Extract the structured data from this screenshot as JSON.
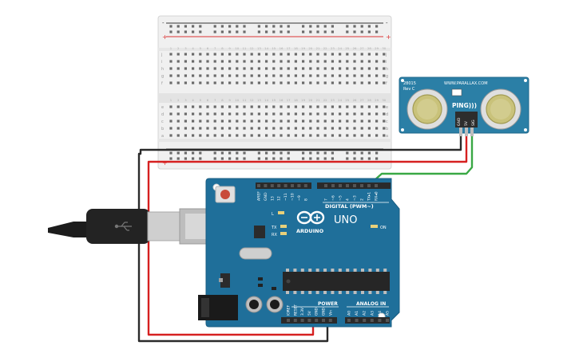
{
  "breadboard": {
    "plus": "+",
    "minus": "-",
    "row_letters_top": [
      "j",
      "i",
      "h",
      "g",
      "f"
    ],
    "row_letters_bottom": [
      "e",
      "d",
      "c",
      "b",
      "a"
    ],
    "col_numbers": [
      "1",
      "2",
      "3",
      "4",
      "5",
      "6",
      "7",
      "8",
      "9",
      "10",
      "11",
      "12",
      "13",
      "14",
      "15",
      "16",
      "17",
      "18",
      "19",
      "20",
      "21",
      "22",
      "23",
      "24",
      "25",
      "26",
      "27",
      "28",
      "29",
      "30"
    ]
  },
  "sensor": {
    "part_number": "28015",
    "revision": "Rev C",
    "website": "WWW.PARALLAX.COM",
    "name": "PING)))",
    "pin_labels": [
      "GND",
      "5V",
      "SIG"
    ]
  },
  "arduino": {
    "logo_text": "ARDUINO",
    "model": "UNO",
    "digital_label": "DIGITAL (PWM~)",
    "top_pin_labels": [
      "AREF",
      "GND",
      "13",
      "12",
      "~11",
      "~10",
      "~9",
      "8",
      "7",
      "~6",
      "~5",
      "4",
      "~3",
      "2",
      "TX▸1",
      "RX◂0"
    ],
    "tx_label": "TX",
    "rx_label": "RX",
    "l_label": "L",
    "on_label": "ON",
    "power_label": "POWER",
    "analog_label": "ANALOG IN",
    "power_pin_labels": [
      "IOREF",
      "RESET",
      "3.3V",
      "5V",
      "GND",
      "GND",
      "Vin"
    ],
    "analog_pin_labels": [
      "A0",
      "A1",
      "A2",
      "A3",
      "A4",
      "A5"
    ]
  },
  "colors": {
    "board_blue": "#1f6f9a",
    "sensor_blue": "#2b7fa6",
    "wire_red": "#d62020",
    "wire_black": "#2a2a2a",
    "wire_green": "#3aa845",
    "breadboard": "#f2f2f2"
  }
}
